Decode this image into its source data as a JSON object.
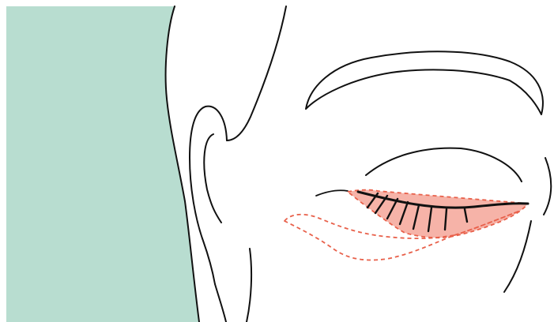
{
  "illustration": {
    "subject": "side-face-eye-illustration",
    "colors": {
      "background": "#ffffff",
      "backdrop_panel": "#b8ddd0",
      "outline": "#111111",
      "highlight_fill": "#f6b3a8",
      "highlight_dash": "#e8604a"
    },
    "regions": [
      {
        "name": "upper-eyelid-lash-zone",
        "style": "filled"
      },
      {
        "name": "lower-eyelid-crease-zone",
        "style": "dashed"
      },
      {
        "name": "under-eye-zone",
        "style": "dashed"
      }
    ]
  }
}
